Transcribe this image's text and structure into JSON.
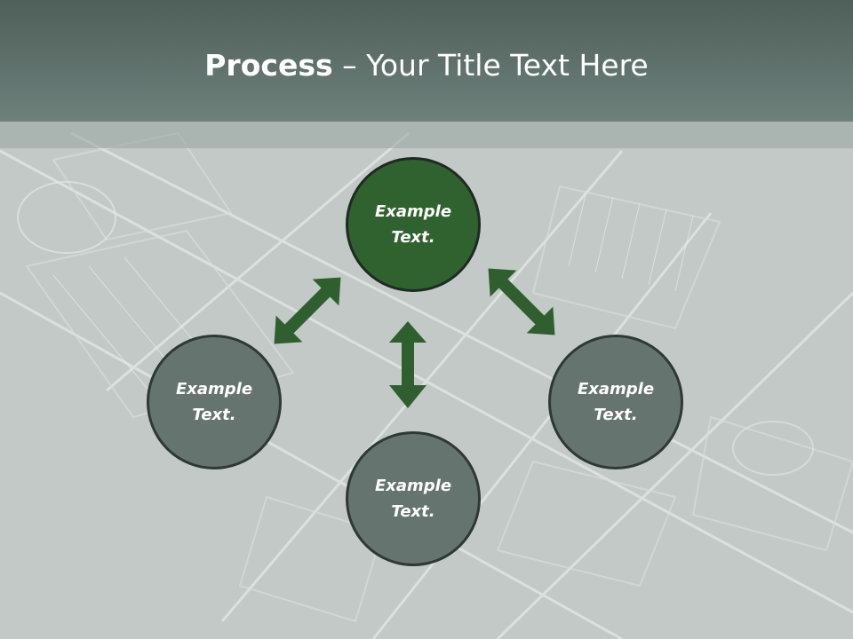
{
  "title": {
    "bold": "Process",
    "rest": " – Your Title Text Here"
  },
  "nodes": {
    "top": {
      "text": "Example Text."
    },
    "left": {
      "text": "Example Text."
    },
    "right": {
      "text": "Example Text."
    },
    "bottom": {
      "text": "Example Text."
    }
  },
  "colors": {
    "accent": "#30622f",
    "node_fill": "#66746f",
    "header": "#5a6b66",
    "arrow": "#2f5f2f"
  }
}
